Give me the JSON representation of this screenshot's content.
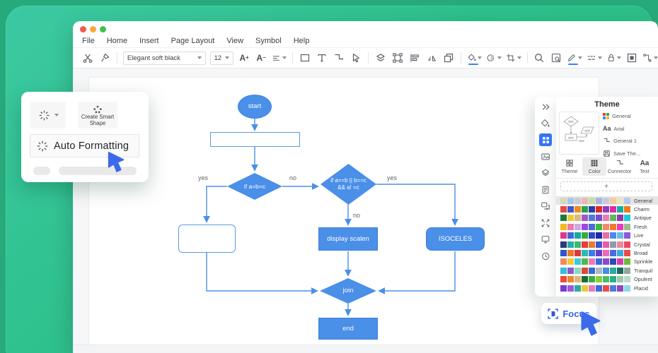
{
  "window": {
    "menu": [
      "File",
      "Home",
      "Insert",
      "Page Layout",
      "View",
      "Symbol",
      "Help"
    ],
    "toolbar": {
      "font_name": "Elegant soft black",
      "font_size": "12"
    }
  },
  "smart_panel": {
    "create_smart_shape_label": "Create Smart Shape",
    "auto_formatting_label": "Auto Formatting"
  },
  "flowchart": {
    "start": "start",
    "decision1": "if a=b=c",
    "decision2": "if a==b || b==c && a! =c",
    "display": "display scalen",
    "isoceles": "ISOCELES",
    "join": "join",
    "end": "end",
    "label_yes_left": "yes",
    "label_no_mid": "no",
    "label_yes_right": "yes",
    "label_no_below": "no"
  },
  "theme_panel": {
    "title": "Theme",
    "preview_labels": [
      "text",
      "text",
      "text",
      "text"
    ],
    "info": [
      {
        "label": "General"
      },
      {
        "label": "Arial"
      },
      {
        "label": "General 1"
      },
      {
        "label": "Save The..."
      }
    ],
    "tabs": [
      {
        "label": "Theme"
      },
      {
        "label": "Color"
      },
      {
        "label": "Connector"
      },
      {
        "label": "Text"
      }
    ],
    "add_button": "+",
    "palettes": [
      {
        "name": "General",
        "selected": true,
        "colors": [
          "#D6D8BE",
          "#A9C6E8",
          "#C9CDD1",
          "#E7B8B5",
          "#C7DCA6",
          "#A9B3DC",
          "#C5C9E2",
          "#F2CBA0",
          "#EBE3C3",
          "#B6C9EC"
        ]
      },
      {
        "name": "Charm",
        "selected": false,
        "colors": [
          "#E94747",
          "#3A57CC",
          "#F08A1D",
          "#2AA14C",
          "#2B3AA6",
          "#DC2B2B",
          "#8F3BBE",
          "#DB2BA4",
          "#17ABA2",
          "#EE7A1B"
        ]
      },
      {
        "name": "Antique",
        "selected": false,
        "colors": [
          "#1B7A3C",
          "#EACB3B",
          "#D9BA79",
          "#9C5AC4",
          "#4A7ADB",
          "#7A4ACB",
          "#EA7ABB",
          "#5ABB5A",
          "#8C3AAB",
          "#1BCBDB"
        ]
      },
      {
        "name": "Fresh",
        "selected": false,
        "colors": [
          "#F2BB1B",
          "#EA7AAB",
          "#CBABE2",
          "#9C4ADB",
          "#4A6ADB",
          "#3ABB3A",
          "#F28B6B",
          "#F27A2B",
          "#EA3ABB",
          "#9CBB8C"
        ]
      },
      {
        "name": "Live",
        "selected": false,
        "colors": [
          "#DB3A8C",
          "#3A6ADB",
          "#17AB9C",
          "#3AAB3A",
          "#2B4ACB",
          "#1B2BA6",
          "#EA6AAB",
          "#4A8BEA",
          "#6ABBEA",
          "#8C5ADB"
        ]
      },
      {
        "name": "Crystal",
        "selected": false,
        "colors": [
          "#2B3A7A",
          "#2BABAB",
          "#3ABB6B",
          "#EA3A3A",
          "#EA7A2B",
          "#3A57CC",
          "#EA5AAB",
          "#8C9CAB",
          "#EA8B9C",
          "#EA4A5A"
        ]
      },
      {
        "name": "Broad",
        "selected": false,
        "colors": [
          "#2B57CC",
          "#EA7A2B",
          "#DB3A3A",
          "#2BBBAB",
          "#3A7AEA",
          "#6B3ACB",
          "#EA6ABB",
          "#4A6ADB",
          "#3AABDB",
          "#EA4A4A"
        ]
      },
      {
        "name": "Sprinkle",
        "selected": false,
        "colors": [
          "#F28B5A",
          "#F2CB3A",
          "#3ACBDB",
          "#4ABB4A",
          "#EA7ABB",
          "#3A6ADB",
          "#8C4ACB",
          "#2B4ABB",
          "#DB3AAB",
          "#6BBB3A"
        ]
      },
      {
        "name": "Tranquil",
        "selected": false,
        "colors": [
          "#3ABBDB",
          "#8C5ACB",
          "#8CDBBB",
          "#DB4A3A",
          "#3A6ACB",
          "#ABBBCB",
          "#4A8BDB",
          "#2BAB9C",
          "#1B6B5A",
          "#8CAB9C"
        ]
      },
      {
        "name": "Opulent",
        "selected": false,
        "colors": [
          "#EA4A3A",
          "#EA8B2B",
          "#DBBB7A",
          "#1B6B3A",
          "#3AAB4A",
          "#8CCB3A",
          "#4ABB6B",
          "#2BAB8C",
          "#9CCBAB",
          "#BBDBCB"
        ]
      },
      {
        "name": "Placid",
        "selected": false,
        "colors": [
          "#7A3ACB",
          "#9C5ADB",
          "#2BAB9C",
          "#EACB3B",
          "#EA7ABB",
          "#3A6ADB",
          "#EA4A4A",
          "#4A7ADB",
          "#8C4ABB",
          "#8CDBEA"
        ]
      }
    ]
  },
  "focus": {
    "label": "Focus"
  },
  "colors": {
    "accent_blue": "#4A8FE8",
    "focus_blue": "#3366E8",
    "selected_blue": "#3478F6",
    "traffic_red": "#F05A4F",
    "traffic_yellow": "#F5A93A",
    "traffic_green": "#3EC24E",
    "bg_green_start": "#3CC9A2",
    "bg_green_end": "#28BC80"
  }
}
